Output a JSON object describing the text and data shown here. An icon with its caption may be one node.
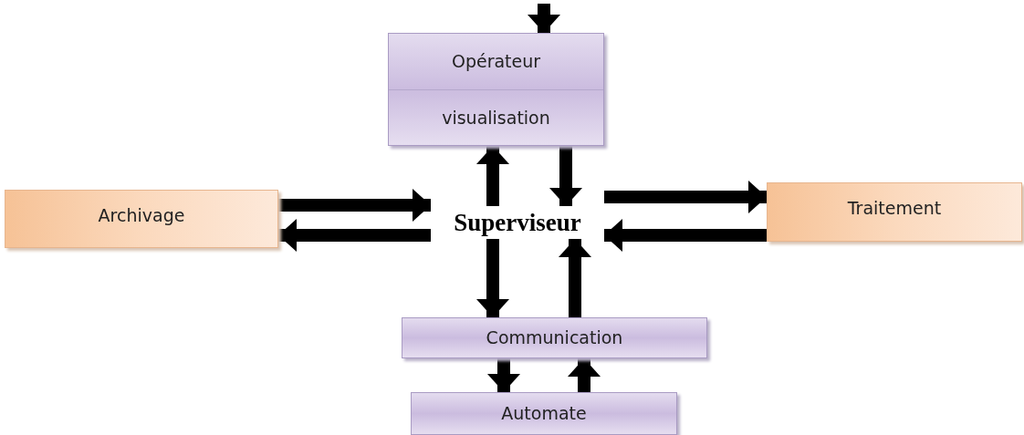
{
  "diagram": {
    "nodes": [
      {
        "text": [
          "Opérateur",
          "visualisation"
        ]
      },
      {
        "text": [
          "Archivage"
        ]
      },
      {
        "text": [
          "Superviseur"
        ]
      },
      {
        "text": [
          "Traitement"
        ]
      },
      {
        "text": [
          "Communication"
        ]
      },
      {
        "text": [
          "Automate"
        ]
      }
    ],
    "edges": [
      {
        "from": null,
        "to": 0,
        "arrow": "to"
      },
      {
        "from": 2,
        "to": 0,
        "arrow": "to"
      },
      {
        "from": 0,
        "to": 2,
        "arrow": "to"
      },
      {
        "from": 1,
        "to": 2,
        "arrow": "to"
      },
      {
        "from": 2,
        "to": 1,
        "arrow": "to"
      },
      {
        "from": 2,
        "to": 3,
        "arrow": "to"
      },
      {
        "from": 3,
        "to": 2,
        "arrow": "to"
      },
      {
        "from": 2,
        "to": 4,
        "arrow": "to"
      },
      {
        "from": 4,
        "to": 2,
        "arrow": "to"
      },
      {
        "from": 4,
        "to": 5,
        "arrow": "to"
      },
      {
        "from": 5,
        "to": 4,
        "arrow": "to"
      }
    ]
  }
}
